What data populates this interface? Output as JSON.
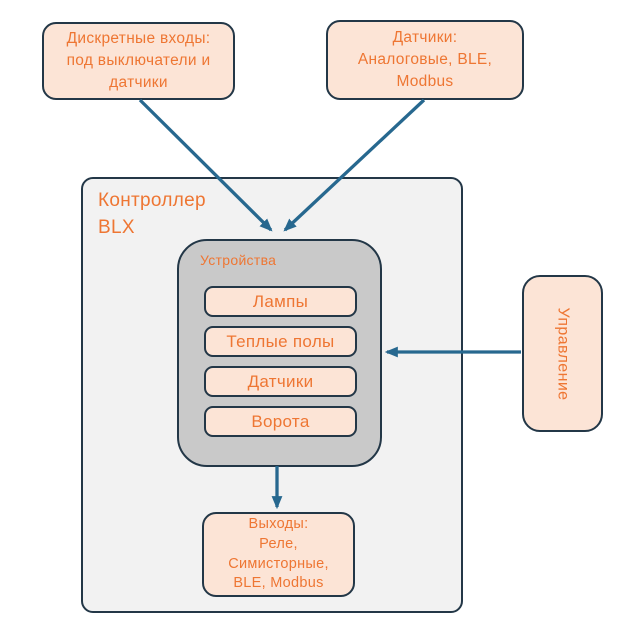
{
  "diagram": {
    "discrete_inputs_box": {
      "text": "Дискретные входы: под выключатели и датчики",
      "lines": [
        "Дискретные входы:",
        "под выключатели и",
        "датчики"
      ]
    },
    "sensors_box": {
      "text": "Датчики: Аналоговые, BLE, Modbus",
      "lines": [
        "Датчики:",
        "Аналоговые, BLE,",
        "Modbus"
      ]
    },
    "controller": {
      "title": "Контроллер BLX",
      "title_lines": [
        "Контроллер",
        "BLX"
      ]
    },
    "devices": {
      "title": "Устройства",
      "items": [
        {
          "label": "Лампы"
        },
        {
          "label": "Теплые полы"
        },
        {
          "label": "Датчики"
        },
        {
          "label": "Ворота"
        }
      ]
    },
    "control_box": {
      "label": "Управление"
    },
    "outputs_box": {
      "text": "Выходы: Реле, Симисторные, BLE, Modbus",
      "lines": [
        "Выходы:",
        "Реле,",
        "Симисторные,",
        "BLE, Modbus"
      ]
    },
    "arrows": [
      {
        "name": "discrete-inputs-to-devices"
      },
      {
        "name": "sensors-to-devices"
      },
      {
        "name": "devices-to-outputs"
      },
      {
        "name": "control-to-devices"
      }
    ]
  },
  "colors": {
    "accent_text": "#ee7633",
    "box_fill": "#fce4d6",
    "box_border": "#233747",
    "controller_fill": "#f2f2f2",
    "devices_fill": "#c9c9c9",
    "arrow": "#27688f",
    "background": "#ffffff"
  }
}
